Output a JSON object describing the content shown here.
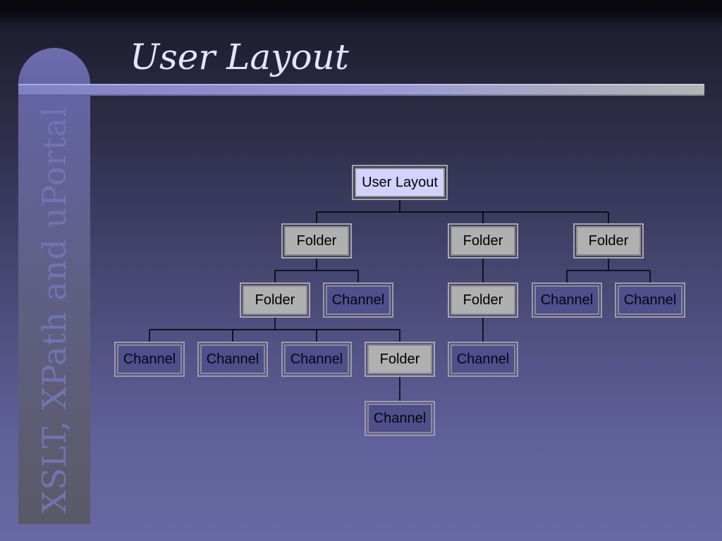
{
  "slide": {
    "title": "User Layout",
    "sidebar_text": "XSLT, XPath and uPortal"
  },
  "tree": {
    "root": "User Layout",
    "nodes": [
      {
        "id": "root",
        "label": "User Layout",
        "type": "root"
      },
      {
        "id": "f1",
        "label": "Folder",
        "type": "folder",
        "parent": "root"
      },
      {
        "id": "f2",
        "label": "Folder",
        "type": "folder",
        "parent": "root"
      },
      {
        "id": "f3",
        "label": "Folder",
        "type": "folder",
        "parent": "root"
      },
      {
        "id": "f1a",
        "label": "Folder",
        "type": "folder",
        "parent": "f1"
      },
      {
        "id": "c1b",
        "label": "Channel",
        "type": "channel",
        "parent": "f1"
      },
      {
        "id": "f2a",
        "label": "Folder",
        "type": "folder",
        "parent": "f2"
      },
      {
        "id": "c3a",
        "label": "Channel",
        "type": "channel",
        "parent": "f3"
      },
      {
        "id": "c3b",
        "label": "Channel",
        "type": "channel",
        "parent": "f3"
      },
      {
        "id": "c1a1",
        "label": "Channel",
        "type": "channel",
        "parent": "f1a"
      },
      {
        "id": "c1a2",
        "label": "Channel",
        "type": "channel",
        "parent": "f1a"
      },
      {
        "id": "c1a3",
        "label": "Channel",
        "type": "channel",
        "parent": "f1a"
      },
      {
        "id": "f1a4",
        "label": "Folder",
        "type": "folder",
        "parent": "f1a"
      },
      {
        "id": "c2a1",
        "label": "Channel",
        "type": "channel",
        "parent": "f2a"
      },
      {
        "id": "c1a4a",
        "label": "Channel",
        "type": "channel",
        "parent": "f1a4"
      }
    ]
  },
  "colors": {
    "folder_fill": "#b0b0b0",
    "channel_fill": "#4f4f8c",
    "root_fill": "#d2d2ff",
    "connector": "#000000"
  }
}
